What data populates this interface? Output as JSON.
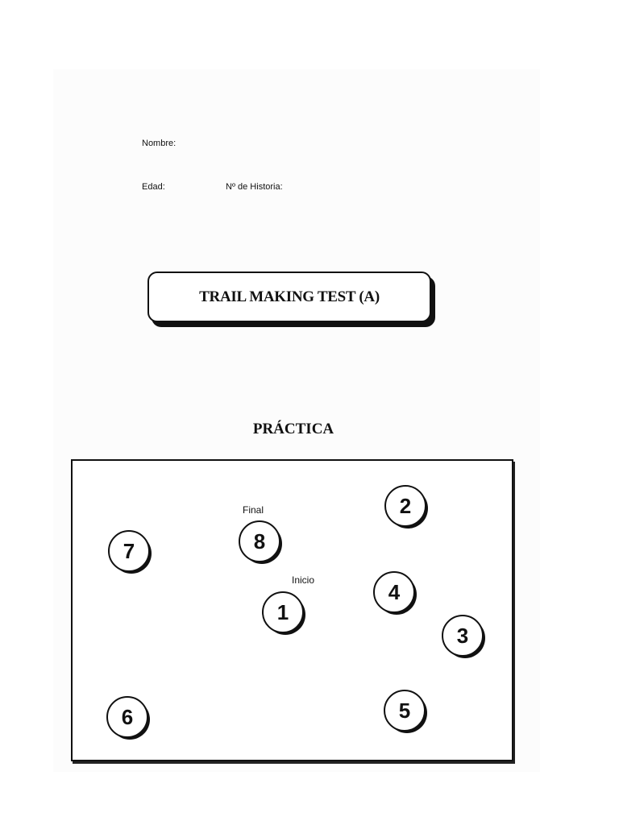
{
  "form": {
    "name_label": "Nombre:",
    "age_label": "Edad:",
    "history_label": "Nº de Historia:"
  },
  "title": "TRAIL MAKING TEST (A)",
  "section": "PRÁCTICA",
  "panel": {
    "circles": [
      {
        "label": "1"
      },
      {
        "label": "2"
      },
      {
        "label": "3"
      },
      {
        "label": "4"
      },
      {
        "label": "5"
      },
      {
        "label": "6"
      },
      {
        "label": "7"
      },
      {
        "label": "8"
      }
    ],
    "start_label": "Inicio",
    "end_label": "Final"
  }
}
